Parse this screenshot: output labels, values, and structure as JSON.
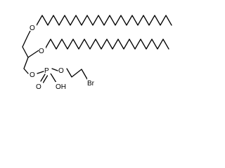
{
  "structure": {
    "atoms": {
      "o_upper": "O",
      "o_middle": "O",
      "o_lower": "O",
      "phosphorus": "P",
      "o_phosphoryl": "O",
      "o_ester": "O",
      "hydroxyl": "OH",
      "bromine": "Br"
    }
  },
  "colors": {
    "ink": "#000000",
    "background": "#ffffff"
  }
}
